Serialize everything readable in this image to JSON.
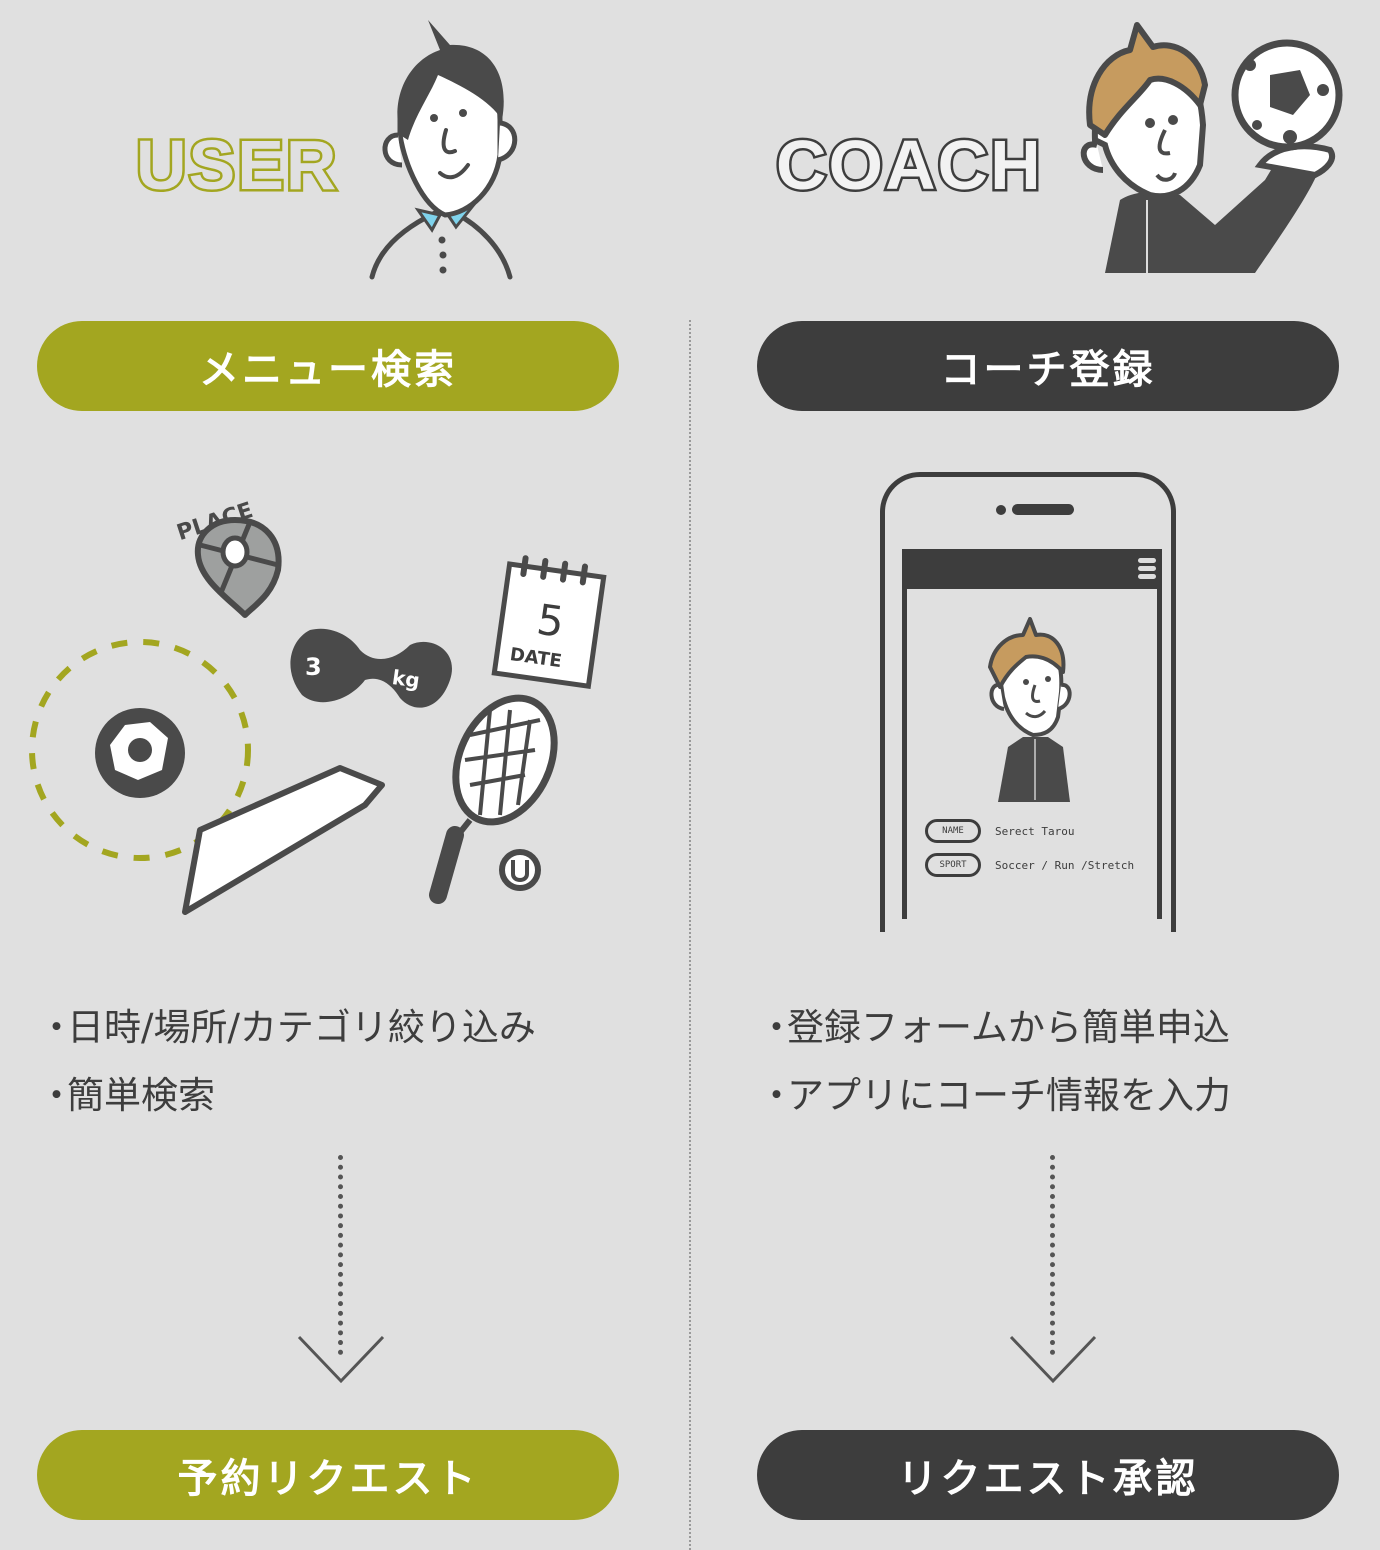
{
  "colors": {
    "background": "#e0e0e0",
    "user_accent": "#a3a620",
    "coach_accent": "#3d3d3d",
    "text": "#3d3d3d"
  },
  "user": {
    "title": "USER",
    "step1_label": "メニュー検索",
    "illustration_labels": {
      "place": "PLACE",
      "dumbbell_weight": "3",
      "dumbbell_unit": "kg",
      "calendar_day": "5",
      "calendar_label": "DATE"
    },
    "bullets": [
      "日時/場所/カテゴリ絞り込み",
      "簡単検索"
    ],
    "step2_label": "予約リクエスト"
  },
  "coach": {
    "title": "COACH",
    "step1_label": "コーチ登録",
    "phone": {
      "fields": [
        {
          "tag": "NAME",
          "value": "Serect Tarou"
        },
        {
          "tag": "SPORT",
          "value": "Soccer / Run /Stretch"
        }
      ]
    },
    "bullets": [
      "登録フォームから簡単申込",
      "アプリにコーチ情報を入力"
    ],
    "step2_label": "リクエスト承認"
  }
}
